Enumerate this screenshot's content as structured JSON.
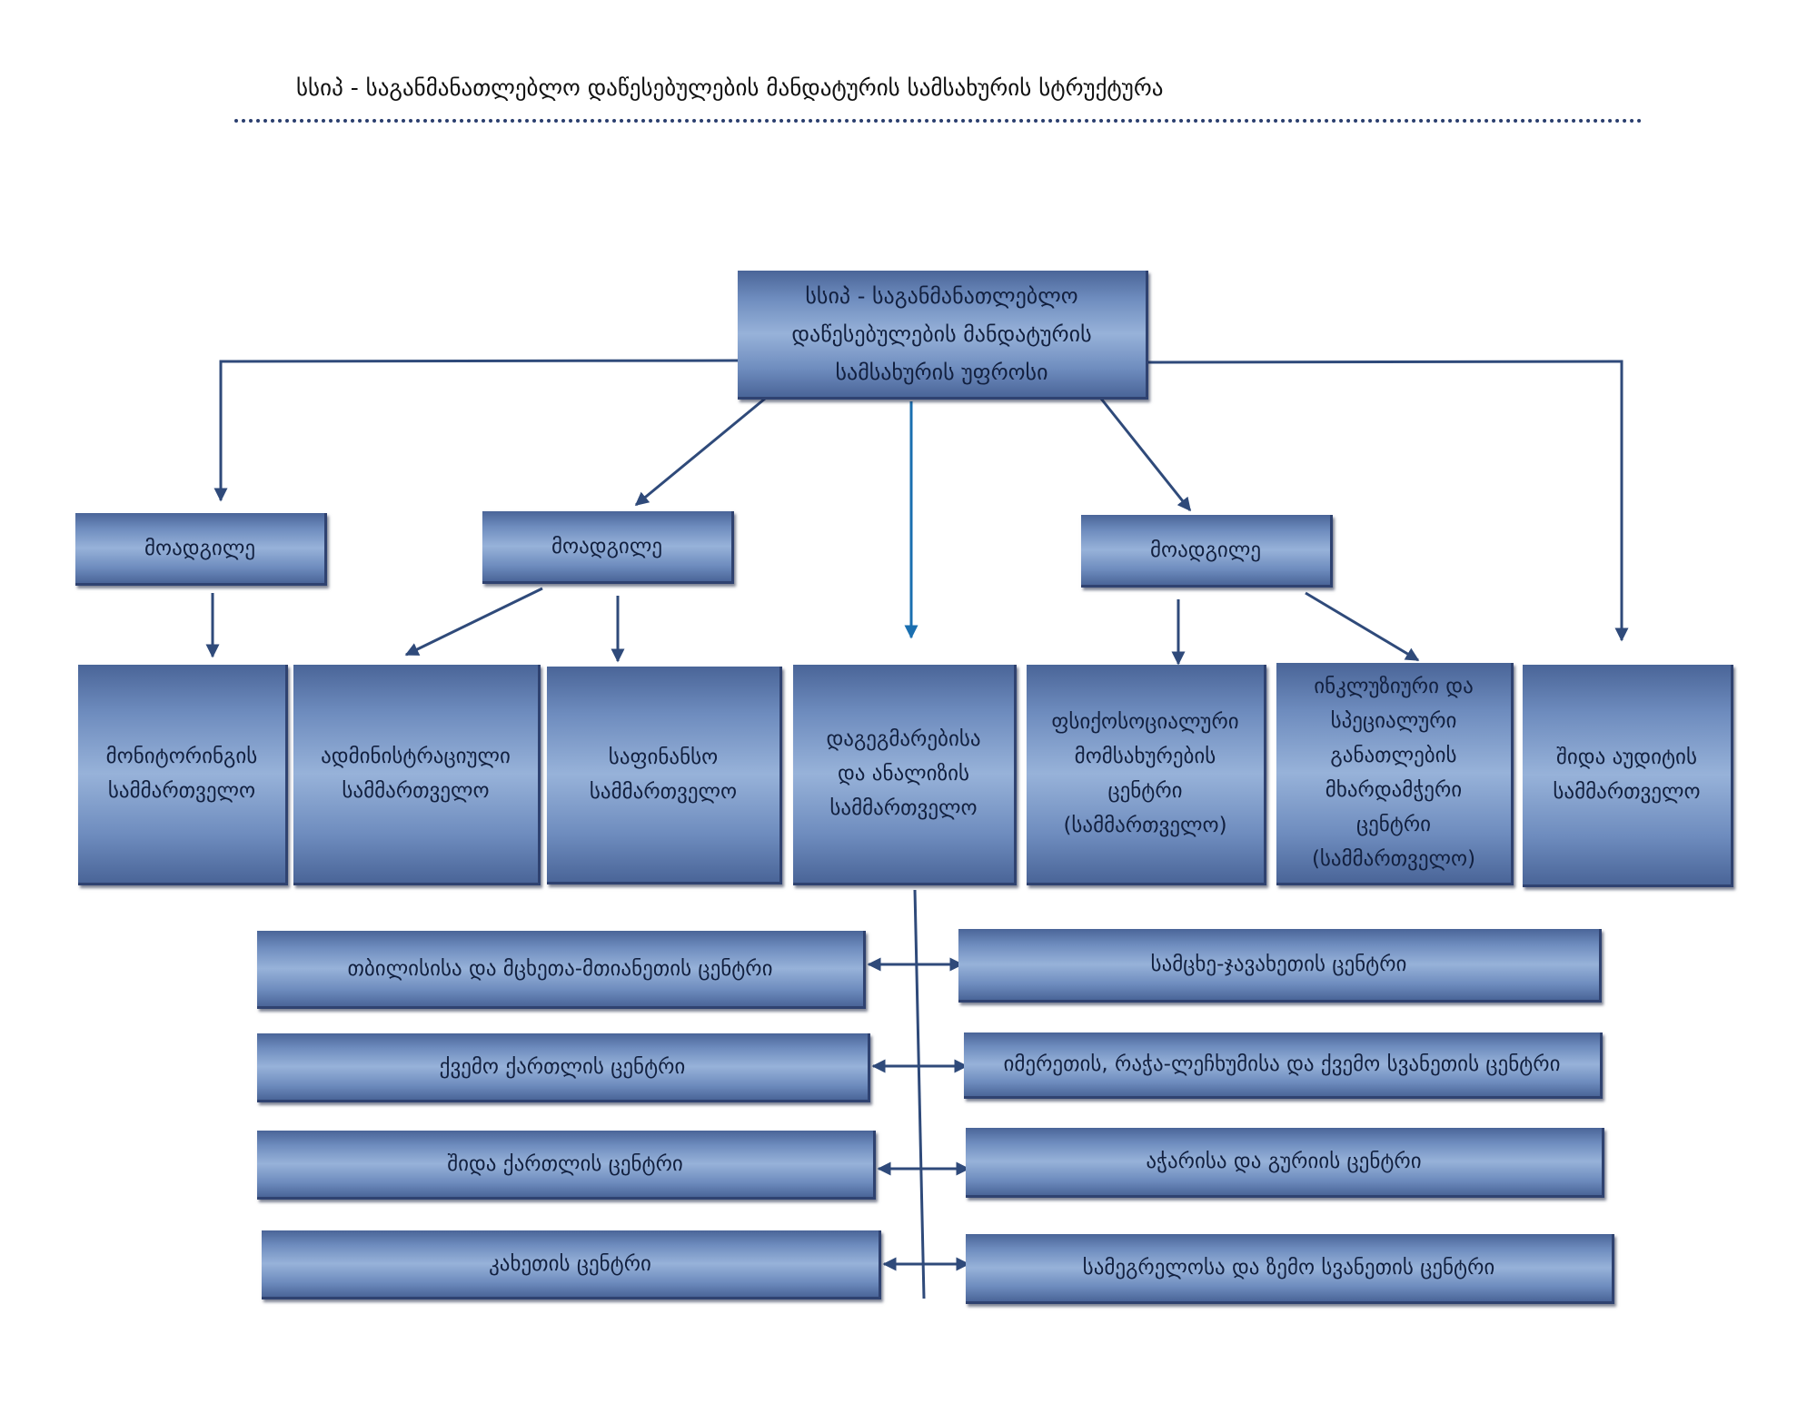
{
  "title": "სსიპ - საგანმანათლებლო დაწესებულების მანდატურის სამსახურის სტრუქტურა",
  "head": {
    "line1": "სსიპ - საგანმანათლებლო",
    "line2": "დაწესებულების მანდატურის",
    "line3": "სამსახურის უფროსი"
  },
  "deputies": [
    "მოადგილე",
    "მოადგილე",
    "მოადგილე"
  ],
  "departments": [
    [
      "მონიტორინგის",
      "სამმართველო"
    ],
    [
      "ადმინისტრაციული",
      "სამმართველო"
    ],
    [
      "საფინანსო",
      "სამმართველო"
    ],
    [
      "დაგეგმარებისა",
      "და ანალიზის",
      "სამმართველო"
    ],
    [
      "ფსიქოსოციალური",
      "მომსახურების",
      "ცენტრი",
      "(სამმართველო)"
    ],
    [
      "ინკლუზიური და",
      "სპეციალური",
      "განათლების",
      "მხარდამჭერი",
      "ცენტრი",
      "(სამმართველო)"
    ],
    [
      "შიდა აუდიტის",
      "სამმართველო"
    ]
  ],
  "centers_left": [
    "თბილისისა და მცხეთა-მთიანეთის ცენტრი",
    "ქვემო ქართლის ცენტრი",
    "შიდა ქართლის ცენტრი",
    "კახეთის ცენტრი"
  ],
  "centers_right": [
    "სამცხე-ჯავახეთის ცენტრი",
    "იმერეთის, რაჭა-ლეჩხუმისა და ქვემო სვანეთის ცენტრი",
    "აჭარისა და გურიის ცენტრი",
    "სამეგრელოსა და ზემო სვანეთის ცენტრი"
  ],
  "colors": {
    "box_dark": "#4a6598",
    "box_light": "#97b2d9",
    "connector": "#2f4a7a",
    "connector_accent": "#1a6fb0"
  }
}
